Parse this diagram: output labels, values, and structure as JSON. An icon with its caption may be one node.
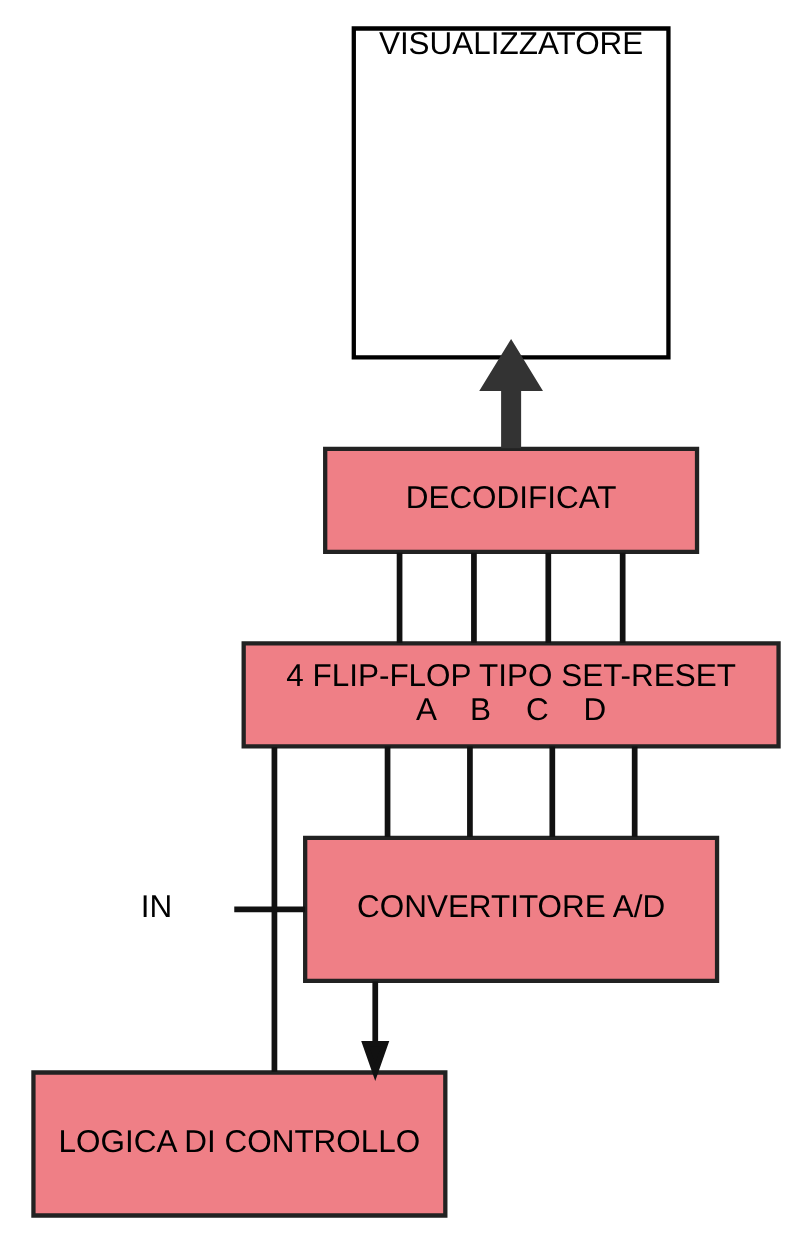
{
  "diagram": {
    "nodes": [
      {
        "text": [
          "VISUALIZZATORE"
        ]
      },
      {
        "text": [
          "DECODIFICAT"
        ]
      },
      {
        "text": [
          "4 FLIP-FLOP TIPO SET-RESET",
          "A",
          "B",
          "C",
          "D"
        ]
      },
      {
        "text": [
          "IN"
        ]
      },
      {
        "text": [
          "CONVERTITORE A/D"
        ]
      },
      {
        "text": [
          "LOGICA DI CONTROLLO"
        ]
      }
    ],
    "edges": [
      {
        "from": 1,
        "to": 0,
        "arrow": "to",
        "style": "thick"
      },
      {
        "from": 2,
        "to": 1,
        "arrow": "none"
      },
      {
        "from": 2,
        "to": 1,
        "arrow": "none"
      },
      {
        "from": 2,
        "to": 1,
        "arrow": "none"
      },
      {
        "from": 2,
        "to": 1,
        "arrow": "none"
      },
      {
        "from": 4,
        "to": 2,
        "arrow": "none"
      },
      {
        "from": 4,
        "to": 2,
        "arrow": "none"
      },
      {
        "from": 4,
        "to": 2,
        "arrow": "none"
      },
      {
        "from": 4,
        "to": 2,
        "arrow": "none"
      },
      {
        "from": 3,
        "to": 4,
        "arrow": "none"
      },
      {
        "from": 4,
        "to": 5,
        "arrow": "to"
      },
      {
        "from": 5,
        "to": 2,
        "arrow": "none"
      }
    ]
  }
}
